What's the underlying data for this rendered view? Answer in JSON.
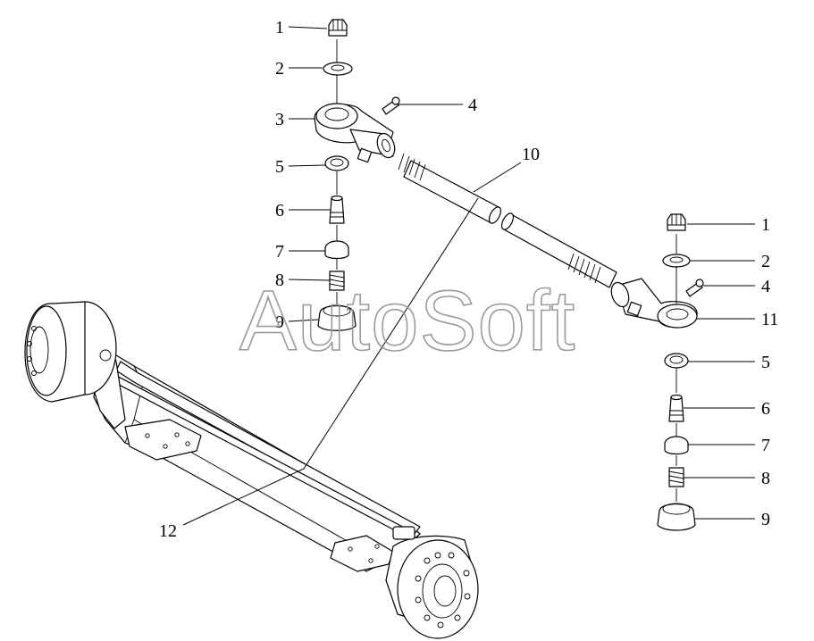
{
  "watermark": "AutoSoft",
  "callouts_left": [
    "1",
    "2",
    "3",
    "4",
    "5",
    "6",
    "7",
    "8",
    "9"
  ],
  "callouts_right": [
    "1",
    "2",
    "4",
    "11",
    "5",
    "6",
    "7",
    "8",
    "9"
  ],
  "callout_center_top": "10",
  "callout_axle": "12"
}
